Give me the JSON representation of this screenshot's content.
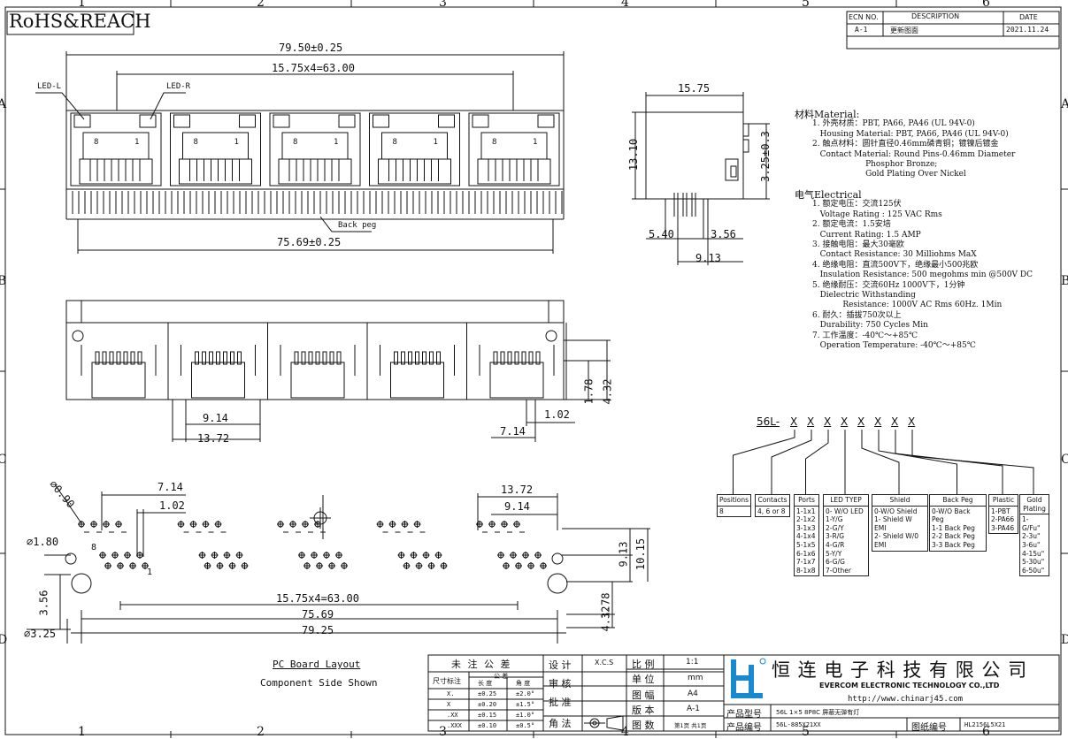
{
  "zone_numbers": [
    "1",
    "2",
    "3",
    "4",
    "5",
    "6"
  ],
  "zone_letters": [
    "A",
    "B",
    "C",
    "D"
  ],
  "compliance": "RoHS&REACH",
  "ecn": {
    "headers": [
      "ECN NO.",
      "DESCRIPTION",
      "DATE"
    ],
    "row": [
      "A-1",
      "更新图面",
      "2021.11.24"
    ]
  },
  "front_view": {
    "overall": "79.50±0.25",
    "pitch": "15.75x4=63.00",
    "led_left": "LED-L",
    "led_right": "LED-R",
    "pin_8": "8",
    "pin_1": "1",
    "back_peg": "Back peg",
    "peg_span": "75.69±0.25"
  },
  "side_view": {
    "depth": "15.75",
    "height": "13.10",
    "offset": "3.25±0.3",
    "d1": "5.40",
    "d2": "3.56",
    "d3": "9.13"
  },
  "bottom_view": {
    "d1": "9.14",
    "d2": "13.72",
    "d3": "1.78",
    "d4": "4.32",
    "d5": "1.02",
    "d6": "7.14"
  },
  "notes": {
    "material_title": "材料Material:",
    "material": [
      "1. 外壳材质：PBT, PA66, PA46 (UL 94V-0)",
      "   Housing Material: PBT, PA66, PA46 (UL 94V-0)",
      "2. 触点材料：圆针直径0.46mm磷青铜；镀镍后镀金",
      "   Contact Material: Round Pins-0.46mm Diameter",
      "                     Phosphor Bronze;",
      "                     Gold Plating Over Nickel"
    ],
    "electrical_title": "电气Electrical",
    "electrical": [
      "1. 额定电压：交流125伏",
      "   Voltage Rating : 125 VAC Rms",
      "2. 额定电流：1.5安培",
      "   Current Rating: 1.5 AMP",
      "3. 接触电阻：最大30毫欧",
      "   Contact Resistance: 30 Milliohms MaX",
      "4. 绝缘电阻：直流500V下，绝缘最小500兆欧",
      "   Insulation Resistance: 500 megohms min @500V DC",
      "5. 绝缘耐压：交流60Hz 1000V下，1分钟",
      "   Dielectric Withstanding",
      "            Resistance: 1000V AC Rms 60Hz. 1Min",
      "6. 耐久：插拔750次以上",
      "   Durability: 750 Cycles Min",
      "7. 工作温度：-40℃～+85℃",
      "   Operation Temperature: -40℃～+85℃"
    ]
  },
  "part_code": {
    "prefix": "56L-",
    "x": "X",
    "boxes": [
      {
        "title": "Positions",
        "lines": [
          "8"
        ]
      },
      {
        "title": "Contacts",
        "lines": [
          "4, 6 or 8"
        ]
      },
      {
        "title": "Ports",
        "lines": [
          "1-1x1",
          "2-1x2",
          "3-1x3",
          "4-1x4",
          "5-1x5",
          "6-1x6",
          "7-1x7",
          "8-1x8"
        ]
      },
      {
        "title": "LED TYEP",
        "lines": [
          "0- W/O LED",
          "1-Y/G",
          "2-G/Y",
          "3-R/G",
          "4-G/R",
          "5-Y/Y",
          "6-G/G",
          "7-Other"
        ]
      },
      {
        "title": "Shield",
        "lines": [
          "0-W/O Shield",
          "1- Shield W EMI",
          "2- Shield W/0 EMI"
        ]
      },
      {
        "title": "Back Peg",
        "lines": [
          "0-W/O  Back Peg",
          "1-1 Back Peg",
          "2-2 Back Peg",
          "3-3 Back Peg"
        ]
      },
      {
        "title": "Plastic",
        "lines": [
          "1-PBT",
          "2-PA66",
          "3-PA46"
        ]
      },
      {
        "title": "Gold Plating",
        "lines": [
          "1-G/Fu\"",
          "2-3u\"",
          "3-6u\"",
          "4-15u\"",
          "5-30u\"",
          "6-50u\""
        ]
      }
    ]
  },
  "pcb_layout": {
    "d_top1": "7.14",
    "d_top2": "1.02",
    "d_top3": "13.72",
    "d_top4": "9.14",
    "dia1": "⌀0.90",
    "dia2": "⌀1.80",
    "dia3": "⌀3.25",
    "d_left": "3.56",
    "pitch": "15.75x4=63.00",
    "span1": "75.69",
    "span2": "79.25",
    "d_r1": "9.13",
    "d_r2": "10.15",
    "d_r3": "1.78",
    "d_r4": "4.32",
    "pin_8": "8",
    "pin_1": "1",
    "caption1": "PC Board Layout",
    "caption2": "Component Side Shown"
  },
  "title_block": {
    "tol_header": "未 注 公 差",
    "tol_label": "尺寸标注",
    "tol_sub": "公  差",
    "tol_cols": [
      "长  度",
      "角  度"
    ],
    "tol_rows": [
      [
        "X.",
        "±0.25",
        "±2.0°"
      ],
      [
        "X",
        "±0.20",
        "±1.5°"
      ],
      [
        ".XX",
        "±0.15",
        "±1.0°"
      ],
      [
        ".XXX",
        "±0.10",
        "±0.5°"
      ]
    ],
    "design": "设 计",
    "designer": "X.C.S",
    "review": "审 核",
    "approve": "批 准",
    "method": "角 法",
    "scale_label": "比 例",
    "scale": "1:1",
    "unit_label": "单 位",
    "unit": "mm",
    "size_label": "图 幅",
    "size": "A4",
    "version_label": "版 本",
    "version": "A-1",
    "sheets_label": "图 数",
    "sheets": "第1页 共1页",
    "company_cn": "恒 连 电 子 科 技 有 限 公 司",
    "company_en": "EVERCOM ELECTRONIC TECHNOLOGY CO.,LTD",
    "url": "http://www.chinarj45.com",
    "model_label": "产品型号",
    "model": "56L 1×5 8P8C 屏蔽无弹有灯",
    "part_label": "产品编号",
    "part": "56L-885X21XX",
    "drawing_label": "图纸编号",
    "drawing": "HL2156L5X21"
  }
}
